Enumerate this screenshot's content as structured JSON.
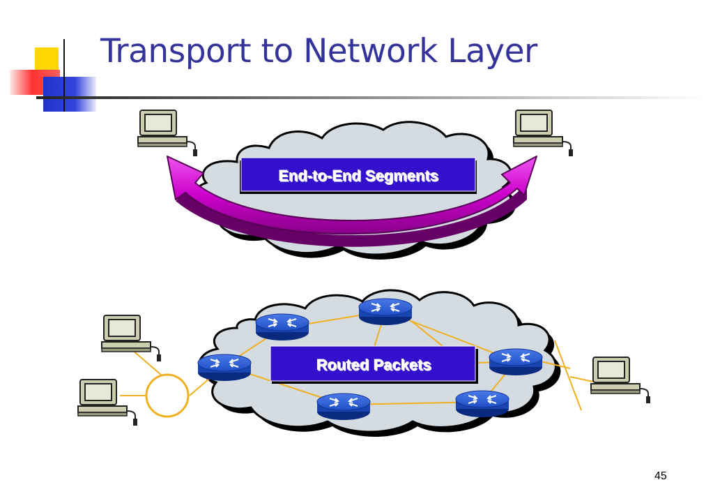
{
  "slide": {
    "title": "Transport to Network Layer",
    "page_number": "45"
  },
  "diagram": {
    "top_label": "End-to-End Segments",
    "bottom_label": "Routed Packets"
  },
  "colors": {
    "title": "#333399",
    "label_box": "#3311cc",
    "cloud": "#d6dde3",
    "arrow": "#cc00cc",
    "link": "#f0b020",
    "router": "#2255cc",
    "computer": "#c8c8a8"
  }
}
